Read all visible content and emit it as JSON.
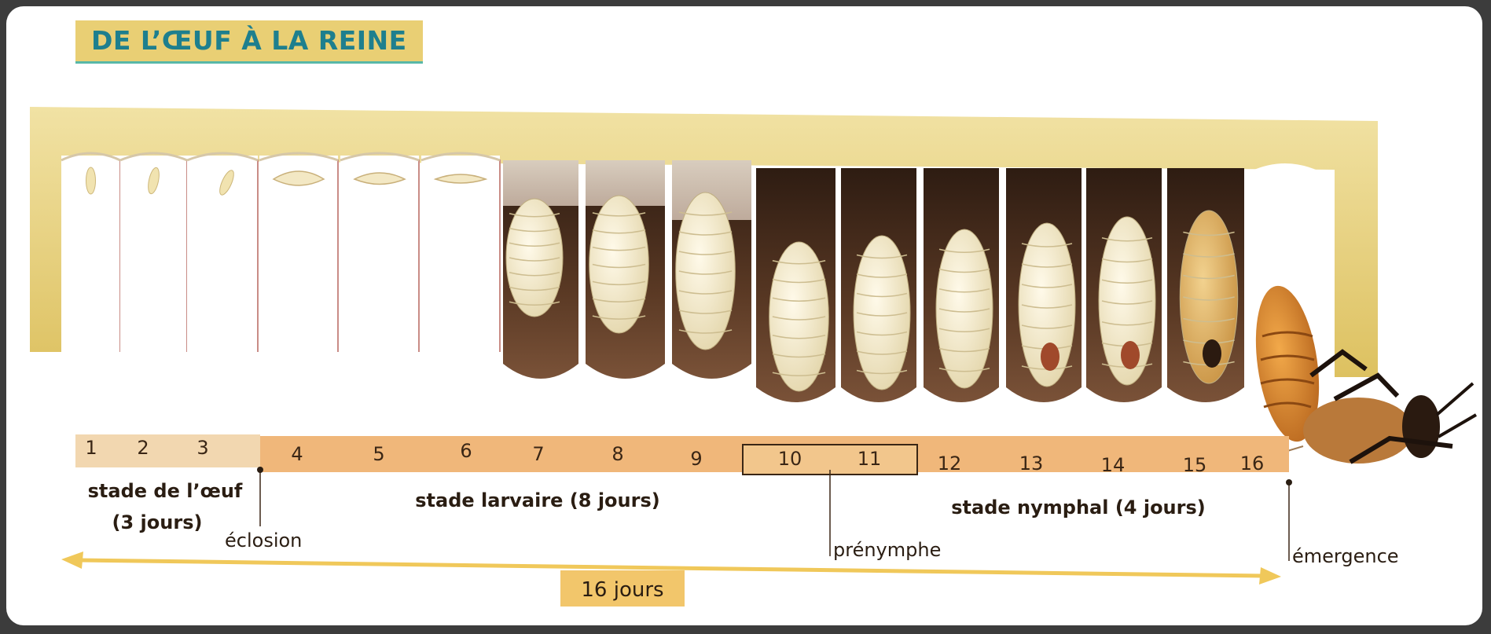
{
  "title": "DE L’ŒUF À LA REINE",
  "days": [
    "1",
    "2",
    "3",
    "4",
    "5",
    "6",
    "7",
    "8",
    "9",
    "10",
    "11",
    "12",
    "13",
    "14",
    "15",
    "16"
  ],
  "stages": {
    "egg_line1": "stade de l’œuf",
    "egg_line2": "(3 jours)",
    "larva": "stade larvaire (8 jours)",
    "nymph": "stade nymphal (4 jours)"
  },
  "events": {
    "hatching": "éclosion",
    "prepupa": "prénymphe",
    "emergence": "émergence"
  },
  "total": "16 jours",
  "colors": {
    "wax": "#e6cf72",
    "egg_band": "#f2d7b0",
    "larva_band": "#f0b77a",
    "nymph_band": "#f0b77a",
    "cell_dark": "#4e2f1d",
    "larva_body": "#f4ebcd",
    "arrow": "#f0c85a",
    "title_text": "#1e7f8e"
  }
}
